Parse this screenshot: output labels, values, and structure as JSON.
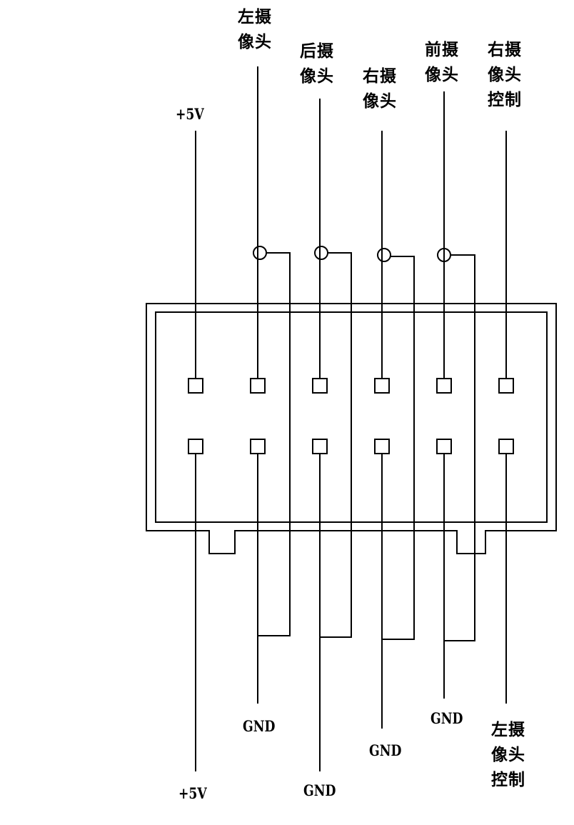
{
  "labels": {
    "top_5v": "+5V",
    "left_camera": [
      "左摄",
      "像头"
    ],
    "rear_camera": [
      "后摄",
      "像头"
    ],
    "right_camera": [
      "右摄",
      "像头"
    ],
    "front_camera": [
      "前摄",
      "像头"
    ],
    "right_camera_control": [
      "右摄",
      "像头",
      "控制"
    ],
    "bottom_5v": "+5V",
    "gnd_1": "GND",
    "gnd_2": "GND",
    "gnd_3": "GND",
    "gnd_4": "GND",
    "left_camera_control": [
      "左摄",
      "像头",
      "控制"
    ]
  },
  "colors": {
    "line": "#000000",
    "background": "#ffffff"
  }
}
